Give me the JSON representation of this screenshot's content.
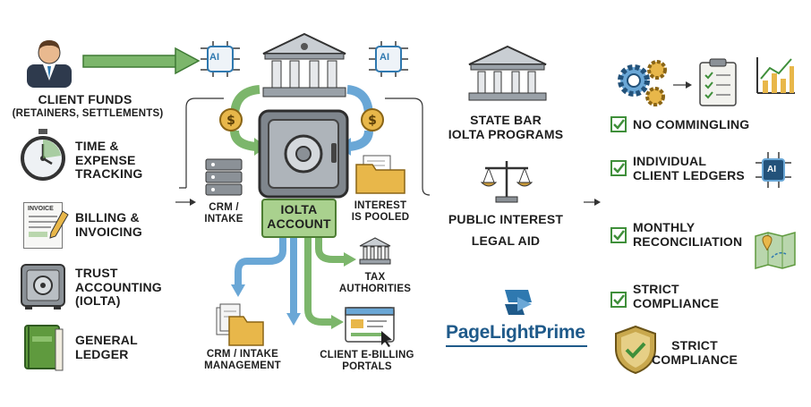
{
  "colors": {
    "green_accent": "#5f9a3e",
    "blue_accent": "#2f79b0",
    "check_green": "#3f8f3a",
    "iolta_fill": "#a9d18e",
    "text": "#1e1e1e"
  },
  "left_column": {
    "client_funds": {
      "title": "CLIENT FUNDS",
      "subtitle": "(RETAINERS, SETTLEMENTS)",
      "icon": "businessman-icon"
    },
    "time_tracking": {
      "line1": "TIME &",
      "line2": "EXPENSE",
      "line3": "TRACKING",
      "icon": "stopwatch-icon"
    },
    "billing": {
      "line1": "BILLING &",
      "line2": "INVOICING",
      "icon": "invoice-icon",
      "icon_text": "INVOICE"
    },
    "trust": {
      "line1": "TRUST",
      "line2": "ACCOUNTING",
      "line3": "(IOLTA)",
      "icon": "safe-icon"
    },
    "ledger": {
      "line1": "GENERAL",
      "line2": "LEDGER",
      "icon": "book-icon"
    }
  },
  "center": {
    "ai_left": "AI",
    "ai_right": "AI",
    "crm_intake": {
      "line1": "CRM /",
      "line2": "INTAKE"
    },
    "iolta_account": {
      "line1": "IOLTA",
      "line2": "ACCOUNT"
    },
    "interest_pooled": {
      "line1": "INTEREST",
      "line2": "IS POOLED"
    },
    "tax": {
      "line1": "TAX",
      "line2": "AUTHORITIES"
    },
    "crm_mgmt": {
      "line1": "CRM / INTAKE",
      "line2": "MANAGEMENT"
    },
    "client_portals": {
      "line1": "CLIENT E-BILLING",
      "line2": "PORTALS"
    }
  },
  "middle_right": {
    "state_bar": {
      "line1": "STATE BAR",
      "line2": "IOLTA PROGRAMS"
    },
    "public_interest": {
      "line1": "PUBLIC INTEREST",
      "line2": "LEGAL AID"
    },
    "logo": "PageLightPrime"
  },
  "right_column": {
    "items": [
      {
        "line1": "NO COMMINGLING",
        "line2": ""
      },
      {
        "line1": "INDIVIDUAL",
        "line2": "CLIENT LEDGERS"
      },
      {
        "line1": "MONTHLY",
        "line2": "RECONCILIATION"
      },
      {
        "line1": "STRICT",
        "line2": "COMPLIANCE"
      }
    ],
    "shield_label": {
      "line1": "STRICT",
      "line2": "COMPLIANCE"
    },
    "ai_badge": "AI"
  }
}
